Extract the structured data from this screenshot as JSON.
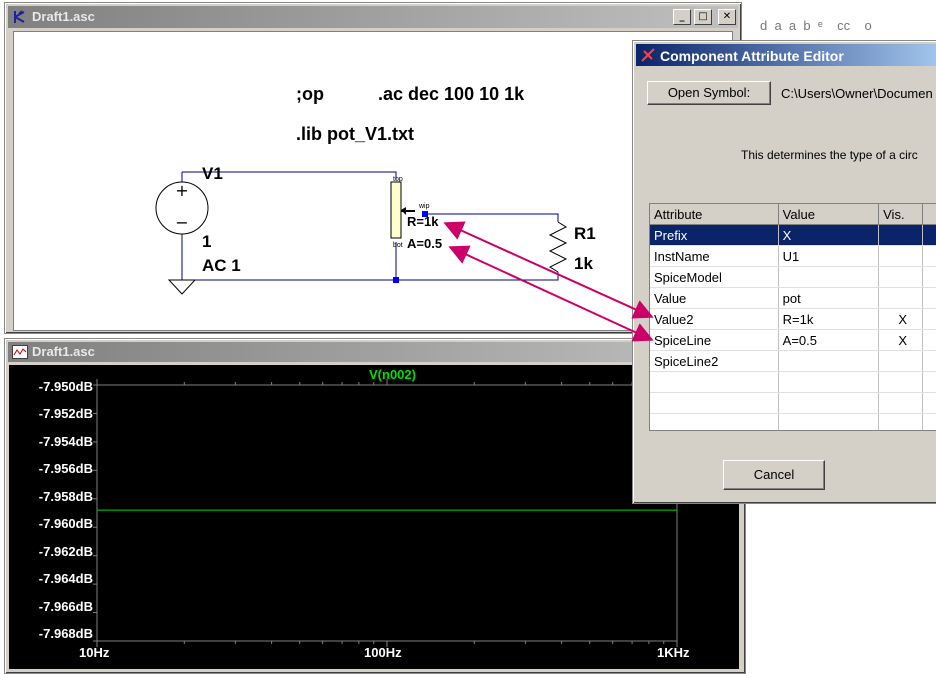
{
  "schematic_window": {
    "title": "Draft1.asc",
    "controls": [
      "_",
      "□",
      "✕"
    ],
    "directives": [
      ";op",
      ".ac dec 100 10 1k",
      ".lib pot_V1.txt"
    ],
    "source": {
      "name": "V1",
      "value": "1",
      "ac": "AC 1"
    },
    "pot": {
      "pin_top": "top",
      "pin_wip": "wip",
      "pin_bot": "bot",
      "value2": "R=1k",
      "spiceline": "A=0.5"
    },
    "resistor": {
      "name": "R1",
      "value": "1k"
    }
  },
  "plot_window": {
    "title": "Draft1.asc",
    "trace_label": "V(n002)",
    "trace_color": "#00e000",
    "y_ticks": [
      "-7.950dB",
      "-7.952dB",
      "-7.954dB",
      "-7.956dB",
      "-7.958dB",
      "-7.960dB",
      "-7.962dB",
      "-7.964dB",
      "-7.966dB",
      "-7.968dB"
    ],
    "x_ticks": [
      "10Hz",
      "100Hz",
      "1KHz"
    ]
  },
  "dialog": {
    "title": "Component Attribute Editor",
    "open_symbol_label": "Open Symbol:",
    "symbol_path": "C:\\Users\\Owner\\Documen",
    "description": "This determines the type of a circ",
    "columns": [
      "Attribute",
      "Value",
      "Vis."
    ],
    "rows": [
      {
        "attr": "Prefix",
        "value": "X",
        "vis": ""
      },
      {
        "attr": "InstName",
        "value": "U1",
        "vis": ""
      },
      {
        "attr": "SpiceModel",
        "value": "",
        "vis": ""
      },
      {
        "attr": "Value",
        "value": "pot",
        "vis": ""
      },
      {
        "attr": "Value2",
        "value": "R=1k",
        "vis": "X"
      },
      {
        "attr": "SpiceLine",
        "value": "A=0.5",
        "vis": "X"
      },
      {
        "attr": "SpiceLine2",
        "value": "",
        "vis": ""
      }
    ],
    "cancel_label": "Cancel"
  },
  "chart_data": {
    "type": "line",
    "series": [
      {
        "name": "V(n002)",
        "x": [
          10,
          1000
        ],
        "y": [
          -7.9588,
          -7.9588
        ]
      }
    ],
    "x_scale": "log",
    "xlim": [
      10,
      1000
    ],
    "ylim": [
      -7.968,
      -7.95
    ],
    "x_tick_labels": [
      "10Hz",
      "100Hz",
      "1KHz"
    ],
    "y_tick_labels": [
      "-7.950dB",
      "-7.952dB",
      "-7.954dB",
      "-7.956dB",
      "-7.958dB",
      "-7.960dB",
      "-7.962dB",
      "-7.964dB",
      "-7.966dB",
      "-7.968dB"
    ],
    "grid": false
  },
  "colors": {
    "wire": "#000080",
    "annotation_arrow": "#cc0066",
    "selection": "#0a246a"
  }
}
